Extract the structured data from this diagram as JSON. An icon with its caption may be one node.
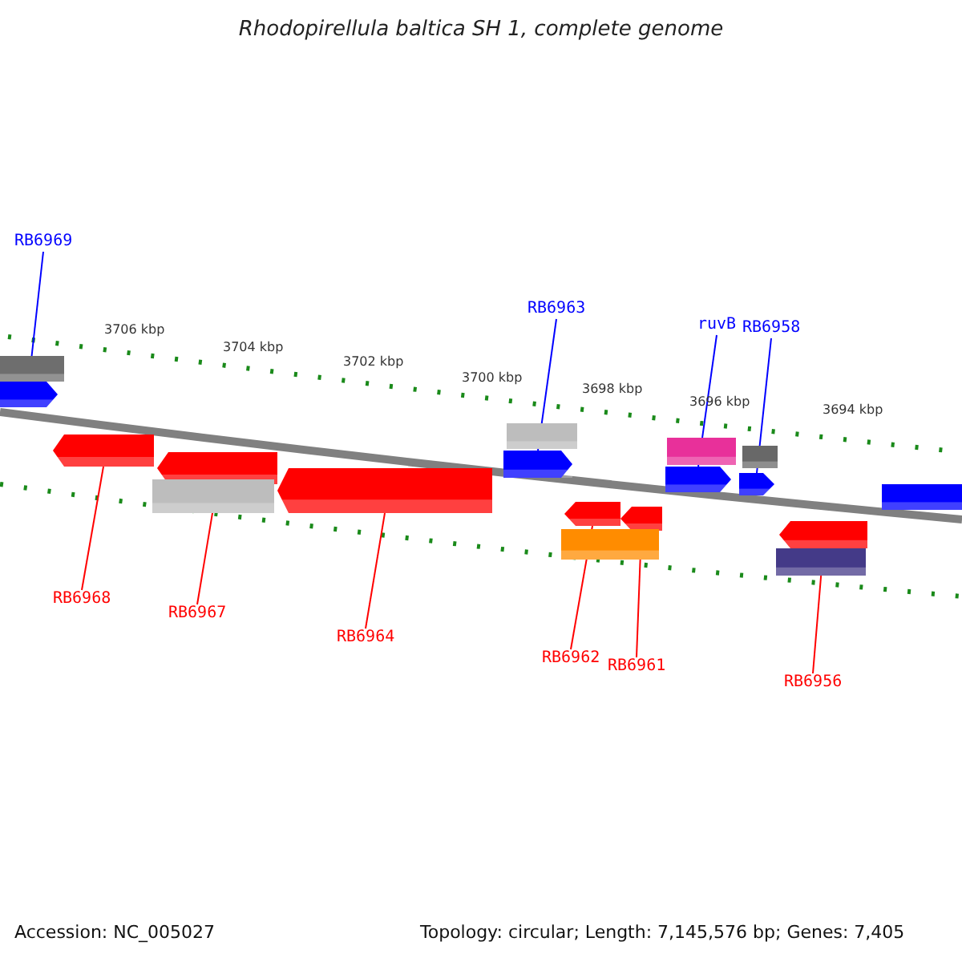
{
  "diagram": {
    "title": "Rhodopirellula baltica SH 1, complete genome",
    "nodes": [
      {
        "text": [
          "RB6969"
        ]
      },
      {
        "text": [
          "RB6963"
        ]
      },
      {
        "text": [
          "ruvB"
        ]
      },
      {
        "text": [
          "RB6958"
        ]
      },
      {
        "text": [
          "RB6968"
        ]
      },
      {
        "text": [
          "RB6967"
        ]
      },
      {
        "text": [
          "RB6964"
        ]
      },
      {
        "text": [
          "RB6962"
        ]
      },
      {
        "text": [
          "RB6961"
        ]
      },
      {
        "text": [
          "RB6956"
        ]
      },
      {
        "text": [],
        "shape": "bar"
      },
      {
        "text": [],
        "shape": "arrow"
      },
      {
        "text": [],
        "shape": "arrow"
      },
      {
        "text": [],
        "shape": "arrow"
      },
      {
        "text": [],
        "shape": "bar"
      },
      {
        "text": [],
        "shape": "arrow"
      },
      {
        "text": [],
        "shape": "bar"
      },
      {
        "text": [],
        "shape": "arrow"
      },
      {
        "text": [],
        "shape": "bar"
      },
      {
        "text": [],
        "shape": "bar"
      },
      {
        "text": [],
        "shape": "arrow"
      },
      {
        "text": [],
        "shape": "arrow"
      },
      {
        "text": [],
        "shape": "arrow"
      },
      {
        "text": [],
        "shape": "arrow"
      },
      {
        "text": [],
        "shape": "bar"
      },
      {
        "text": [],
        "shape": "arrow"
      },
      {
        "text": [],
        "shape": "bar"
      },
      {
        "text": [],
        "shape": "arrow"
      }
    ],
    "edges": [
      {
        "from": 0,
        "to": 11,
        "arrow": "none",
        "color": "#0000ff"
      },
      {
        "from": 1,
        "to": 17,
        "arrow": "none",
        "color": "#0000ff"
      },
      {
        "from": 2,
        "to": 20,
        "arrow": "none",
        "color": "#0000ff"
      },
      {
        "from": 3,
        "to": 21,
        "arrow": "none",
        "color": "#0000ff"
      },
      {
        "from": 4,
        "to": 12,
        "arrow": "none"
      },
      {
        "from": 5,
        "to": 13,
        "arrow": "none"
      },
      {
        "from": 6,
        "to": 15,
        "arrow": "none"
      },
      {
        "from": 7,
        "to": 22,
        "arrow": "none"
      },
      {
        "from": 8,
        "to": 23,
        "arrow": "none"
      },
      {
        "from": 9,
        "to": 25,
        "arrow": "none"
      }
    ],
    "labels": [
      "3706 kbp",
      "3704 kbp",
      "3702 kbp",
      "3700 kbp",
      "3698 kbp",
      "3696 kbp",
      "3694 kbp",
      "Accession: NC_005027",
      "Topology: circular; Length: 7,145,576 bp; Genes: 7,405"
    ]
  }
}
